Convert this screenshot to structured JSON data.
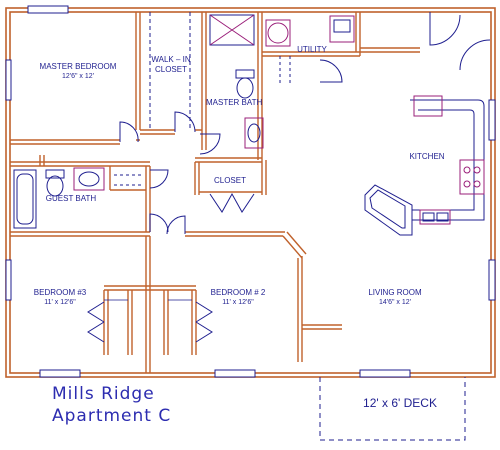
{
  "plan": {
    "colors": {
      "wall": "#c0622c",
      "fixture": "#1f1f8f",
      "appliance": "#9a1f7a"
    },
    "rooms": {
      "master_bedroom": {
        "name": "MASTER BEDROOM",
        "dim": "12'6\" x 12'"
      },
      "walk_in_closet": {
        "line1": "WALK – IN",
        "line2": "CLOSET"
      },
      "utility": {
        "name": "UTILITY"
      },
      "master_bath": {
        "name": "MASTER BATH"
      },
      "kitchen": {
        "name": "KITCHEN"
      },
      "guest_bath": {
        "name": "GUEST BATH"
      },
      "closet": {
        "name": "CLOSET"
      },
      "bedroom3": {
        "name": "BEDROOM #3",
        "dim": "11' x 12'6\""
      },
      "bedroom2": {
        "name": "BEDROOM # 2",
        "dim": "11' x 12'6\""
      },
      "living_room": {
        "name": "LIVING ROOM",
        "dim": "14'6\" x 12'"
      }
    },
    "deck": {
      "label": "12' x 6' DECK"
    },
    "title": {
      "line1": "Mills Ridge",
      "line2": "Apartment C"
    }
  }
}
